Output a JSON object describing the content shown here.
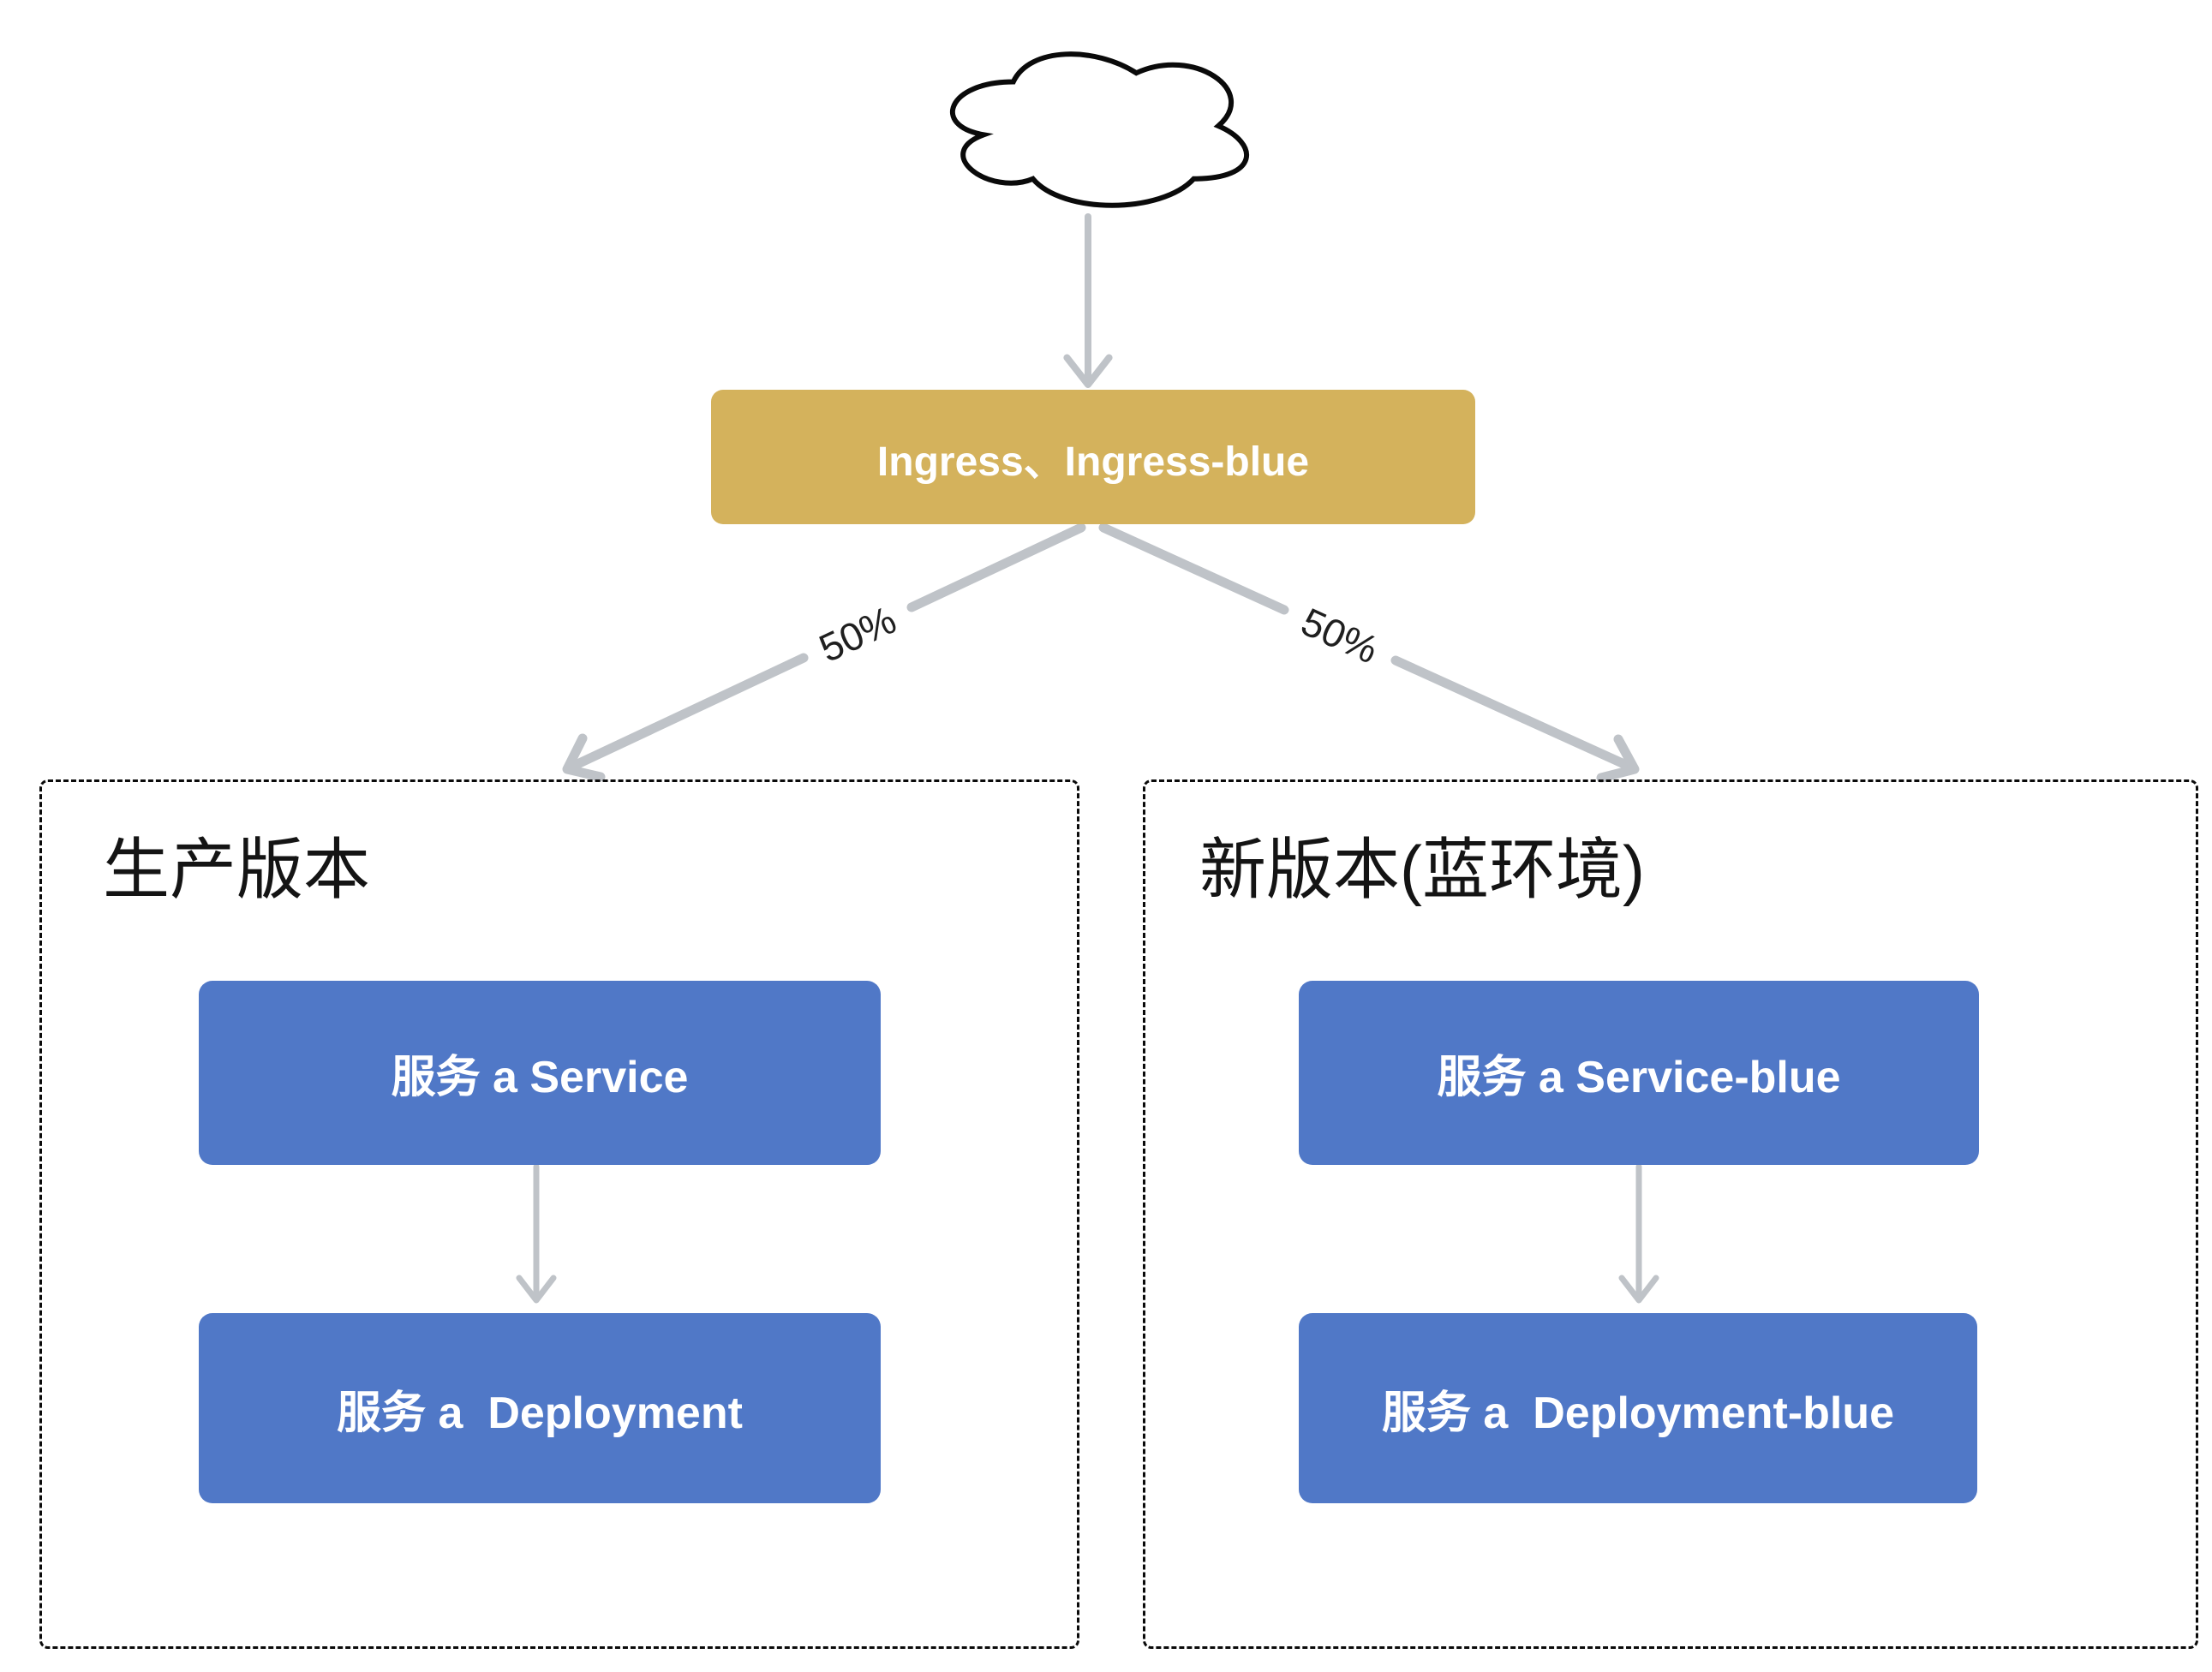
{
  "diagram": {
    "cloud": {
      "icon": "cloud"
    },
    "ingress": {
      "label": "Ingress、Ingress-blue"
    },
    "edges": {
      "left_weight": "50%",
      "right_weight": "50%"
    },
    "production": {
      "title": "生产版本",
      "service": {
        "label": "服务 a Service"
      },
      "deployment": {
        "label": "服务 a  Deployment"
      }
    },
    "blue_env": {
      "title": "新版本(蓝环境)",
      "service": {
        "label": "服务 a Service-blue"
      },
      "deployment": {
        "label": "服务 a  Deployment-blue"
      }
    }
  },
  "colors": {
    "gold": "#d4b25c",
    "blue": "#5078c7",
    "arrow": "#bfc3c8",
    "stroke": "#0a0a0a",
    "ink": "#141414",
    "pct": "#1f1f1f"
  }
}
